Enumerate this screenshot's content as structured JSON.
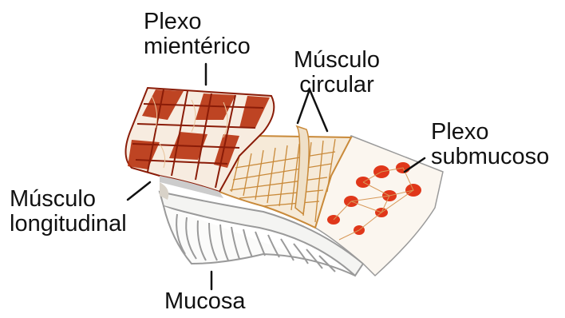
{
  "labels": {
    "plexo_mienterico": [
      "Plexo",
      "mientérico"
    ],
    "musculo_circular": [
      "Músculo",
      "circular"
    ],
    "plexo_submucoso": [
      "Plexo",
      "submucoso"
    ],
    "musculo_longitudinal": [
      "Músculo",
      "longitudinal"
    ],
    "mucosa": "Mucosa"
  },
  "colors": {
    "text": "#111111",
    "leader_line": "#111111",
    "muscle_tissue": "#f6ead8",
    "muscle_fiber": "#c98a3a",
    "plexus_red": "#b8320f",
    "dark_red": "#8a1c08",
    "submucosa_dots": "#e0371a",
    "mucosa_gray": "#9a9a9a"
  }
}
